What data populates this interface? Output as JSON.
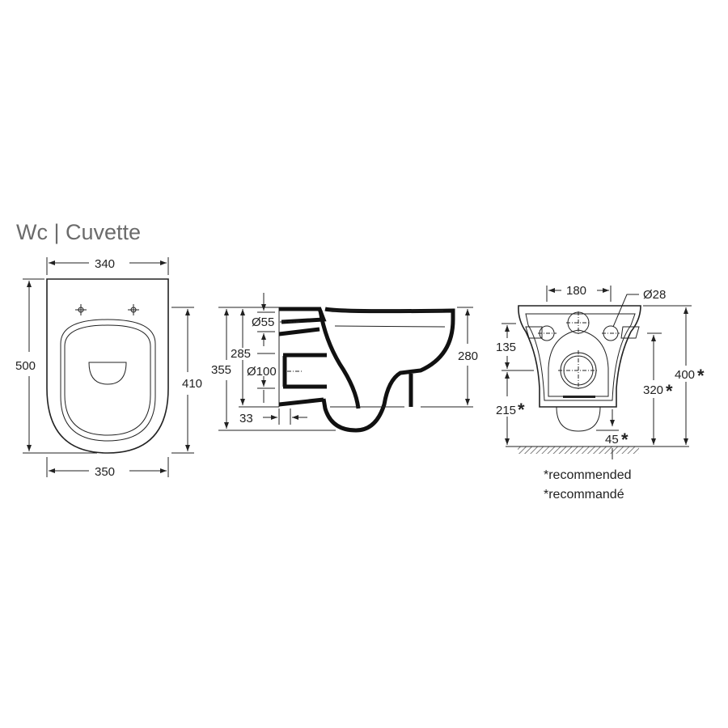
{
  "title": "Wc | Cuvette",
  "top_view": {
    "width_top": "340",
    "width_bottom": "350",
    "length": "500",
    "seat_length": "410"
  },
  "side_view": {
    "inlet_diameter": "Ø55",
    "outlet_diameter": "Ø100",
    "outlet_height": "285",
    "total_height": "355",
    "bowl_height": "280",
    "wall_gap": "33"
  },
  "front_view": {
    "bolt_spacing": "180",
    "bolt_diameter": "Ø28",
    "inlet_offset": "135",
    "outlet_floor": "215",
    "bolt_floor": "320",
    "top_floor": "400",
    "bottom_clearance": "45",
    "star": "*"
  },
  "notes": [
    "*recommended",
    "*recommandé"
  ]
}
